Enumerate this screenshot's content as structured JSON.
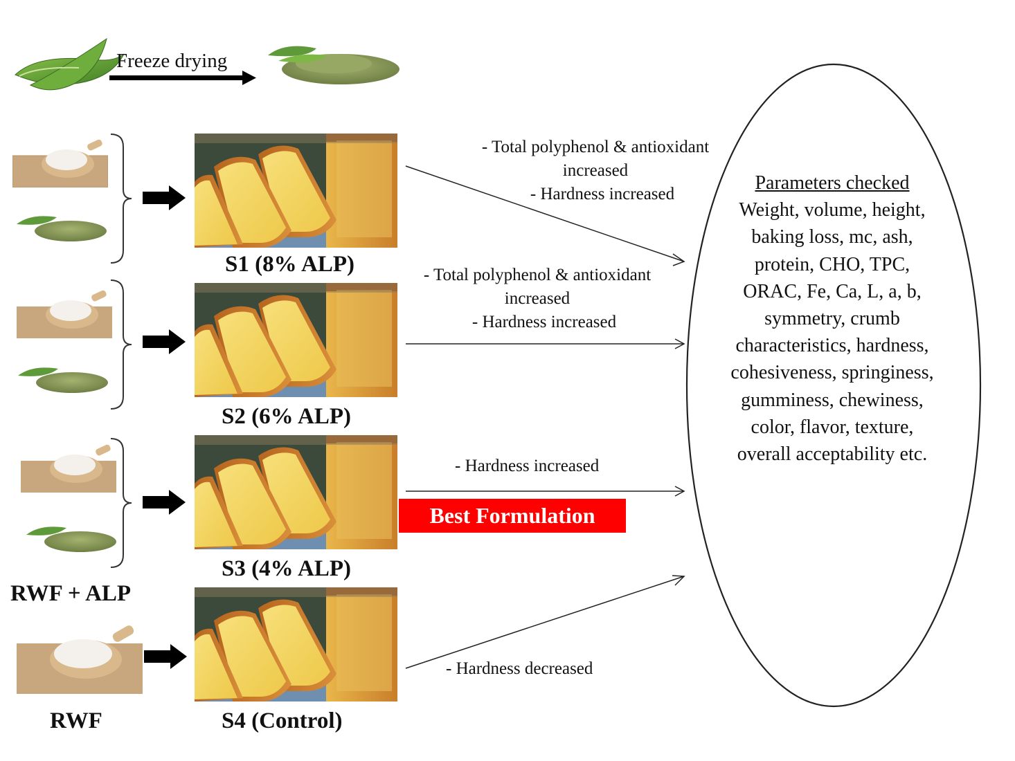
{
  "process": {
    "label": "Freeze drying"
  },
  "samples": [
    {
      "label": "S1 (8% ALP)"
    },
    {
      "label": "S2 (6% ALP)"
    },
    {
      "label": "S3 (4% ALP)"
    },
    {
      "label": "S4 (Control)"
    }
  ],
  "ingredients": {
    "mix_label": "RWF + ALP",
    "control_label": "RWF"
  },
  "findings": {
    "s1": {
      "line1": "- Total polyphenol & antioxidant",
      "line2": "increased",
      "line3": "- Hardness increased"
    },
    "s2": {
      "line1": "- Total polyphenol & antioxidant",
      "line2": "increased",
      "line3": "- Hardness increased"
    },
    "s3": {
      "line1": "- Hardness increased"
    },
    "s4": {
      "line1": "- Hardness decreased"
    }
  },
  "best": {
    "label": "Best Formulation"
  },
  "parameters": {
    "title": "Parameters checked",
    "body": "Weight, volume, height, baking loss, mc, ash, protein, CHO, TPC, ORAC, Fe, Ca, L, a, b, symmetry, crumb characteristics, hardness, cohesiveness, springiness, gumminess, chewiness, color, flavor, texture, overall acceptability etc."
  },
  "colors": {
    "badge": "#ff0000",
    "badge_text": "#ffffff",
    "cake_crumb": "#f2d15c",
    "crust": "#c97a2a",
    "powder": "#8a9a5b",
    "aloe": "#5e9a3a"
  }
}
